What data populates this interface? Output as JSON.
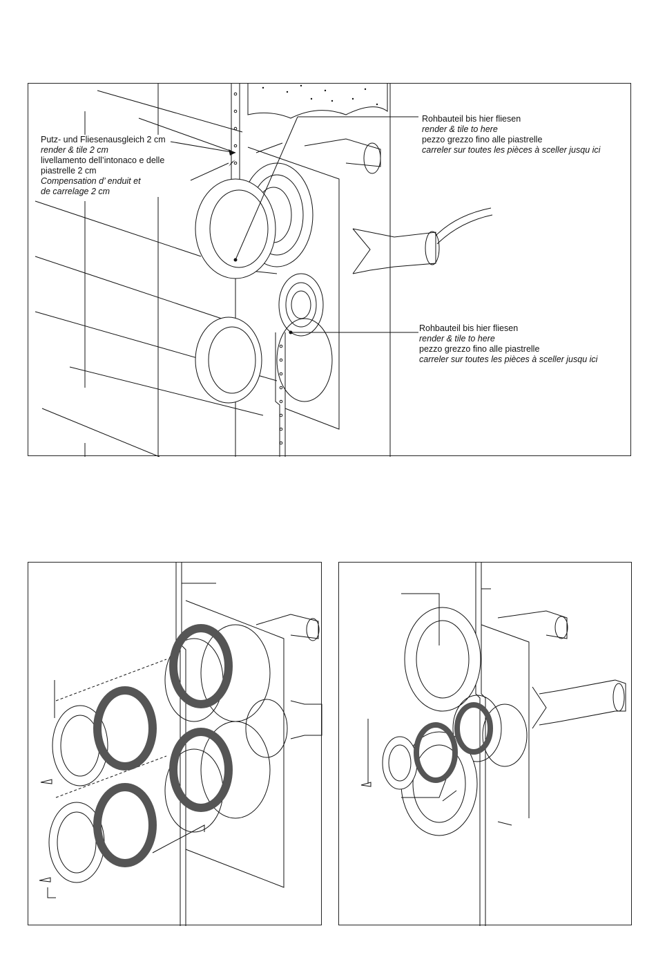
{
  "top_panel": {
    "label_left": {
      "de": "Putz- und Fliesenausgleich 2 cm",
      "en": "render & tile 2 cm",
      "it_1": "livellamento dell’intonaco e delle",
      "it_2": "piastrelle 2 cm",
      "fr_1": "Compensation d’ enduit et",
      "fr_2": "de carrelage 2 cm"
    },
    "label_right_1": {
      "de": "Rohbauteil bis hier fliesen",
      "en": "render & tile to here",
      "it": "pezzo grezzo fino alle piastrelle",
      "fr": "carreler sur toutes les pièces à sceller jusqu ici"
    },
    "label_right_2": {
      "de": "Rohbauteil bis hier fliesen",
      "en": "render & tile to here",
      "it": "pezzo grezzo fino alle piastrelle",
      "fr": "carreler sur toutes les pièces à sceller jusqu ici"
    }
  },
  "colors": {
    "line": "#111111",
    "gasket": "#555555",
    "background": "#ffffff"
  }
}
